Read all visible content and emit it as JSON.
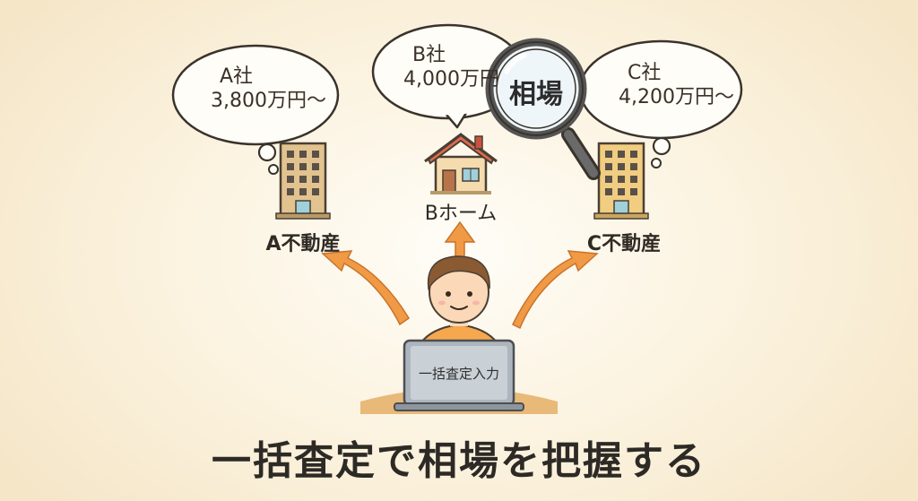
{
  "companies": [
    {
      "name": "A社",
      "price": "3,800万円〜",
      "agency": "A不動産"
    },
    {
      "name": "B社",
      "price": "4,000万円",
      "agency": "Bホーム"
    },
    {
      "name": "C社",
      "price": "4,200万円〜",
      "agency": "C不動産"
    }
  ],
  "magnifier_label": "相場",
  "laptop_screen": "一括査定入力",
  "caption": "一括査定で相場を把握する",
  "colors": {
    "accent_arrow": "#f09a45",
    "building": "#e2c38f",
    "roof": "#e06a4f",
    "skin": "#fbd9b8",
    "hair": "#8a5a32",
    "shirt": "#f5a84e"
  }
}
